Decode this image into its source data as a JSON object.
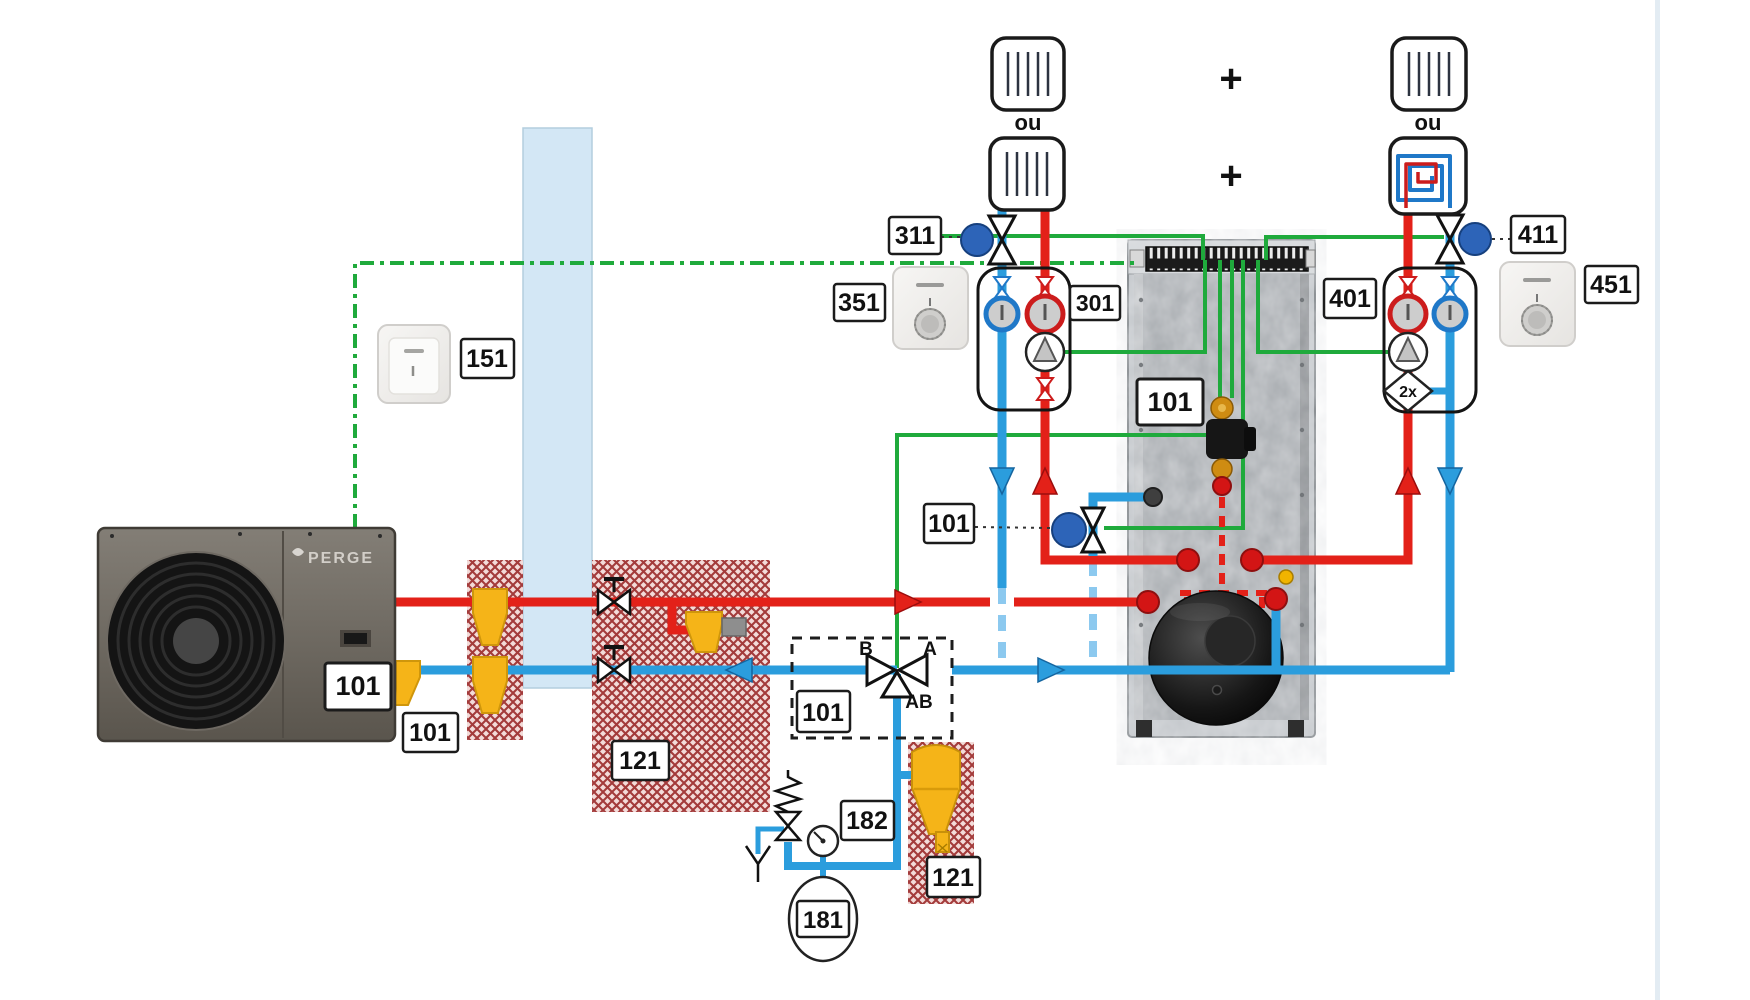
{
  "diagram": {
    "brand": "PERGE",
    "connector_or_left": "ou",
    "connector_or_right": "ou",
    "plus_upper": "+",
    "plus_lower": "+",
    "three_way_ports": {
      "left": "B",
      "right": "A",
      "bottom": "AB"
    },
    "pump_badge": "2x",
    "tags": {
      "heat_pump": "101",
      "flex_connection": "101",
      "three_way_valve": "101",
      "charge_valve": "101",
      "boiler_module": "101",
      "wall_crossing": "121",
      "dirt_separator": "121",
      "outdoor_sensor": "151",
      "expansion_vessel": "181",
      "safety_group": "182",
      "pump_group_left": "301",
      "zone_valve_left": "311",
      "room_stat_left": "351",
      "pump_group_right": "401",
      "zone_valve_right": "411",
      "room_stat_right": "451"
    },
    "colors": {
      "flow_supply": "#e32119",
      "flow_return": "#2b9ddd",
      "flow_return_hidden": "#8cc9ef",
      "control_signal": "#1faa3c",
      "actuator_blue": "#2d64b8",
      "fitting_yellow": "#f5b418",
      "insulation_hatch": "#a33b3b",
      "wall_fill": "#d3e7f5"
    },
    "icons": {
      "radiator-icon": "rounded-square-with-vertical-fins",
      "floor-heating-icon": "rounded-square-with-red-blue-spiral",
      "heat-pump-icon": "outdoor-monobloc-unit-photo",
      "buffer-tank-icon": "galvanized-hydraulic-module-photo",
      "pump-icon": "circle-with-triangle",
      "ball-valve-icon": "circle-with-colored-ring",
      "shutoff-valve-icon": "bowtie-valve",
      "motorized-valve-icon": "bowtie-with-blue-round-actuator",
      "three-way-valve-icon": "triple-triangle-valve",
      "safety-valve-icon": "spring-valve",
      "pressure-gauge-icon": "dial-circle",
      "expansion-vessel-icon": "oval-tank",
      "dirt-separator-icon": "yellow-cyclone",
      "thermostat-icon": "white-dial-unit",
      "outdoor-sensor-icon": "white-wall-box",
      "tundish-icon": "open-funnel"
    }
  }
}
